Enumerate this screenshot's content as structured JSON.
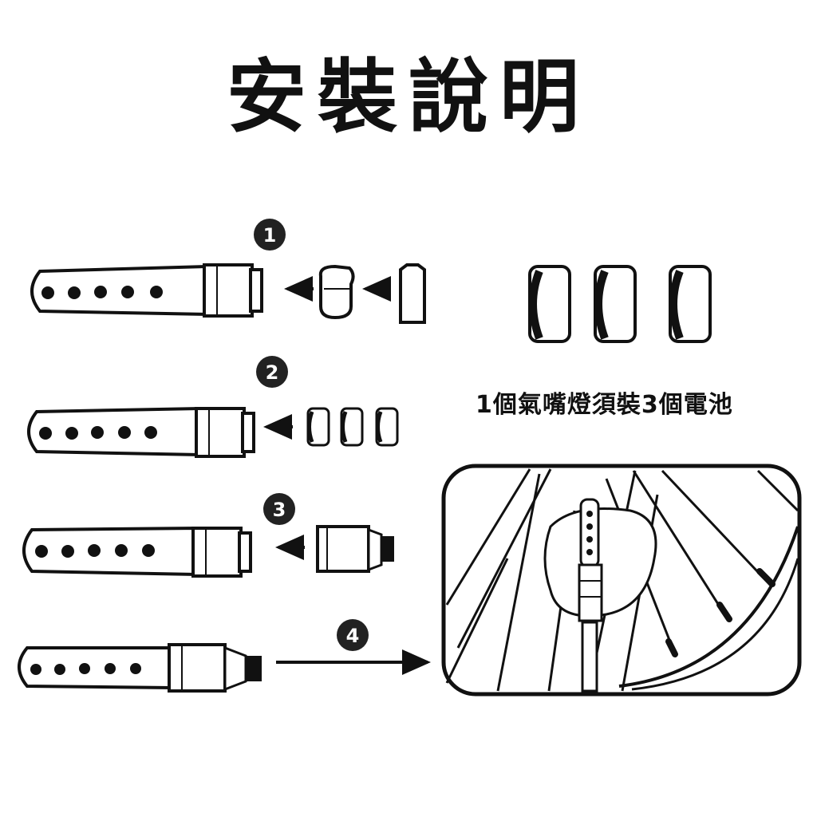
{
  "title": "安裝說明",
  "battery_note": "1個氣嘴燈須裝3個電池",
  "steps": [
    {
      "number": "1"
    },
    {
      "number": "2"
    },
    {
      "number": "3"
    },
    {
      "number": "4"
    }
  ],
  "icons": [
    "valve-light-body-icon",
    "battery-icon",
    "battery-cap-icon",
    "arrow-left-icon",
    "arrow-right-icon",
    "bicycle-wheel-icon",
    "hand-icon"
  ]
}
